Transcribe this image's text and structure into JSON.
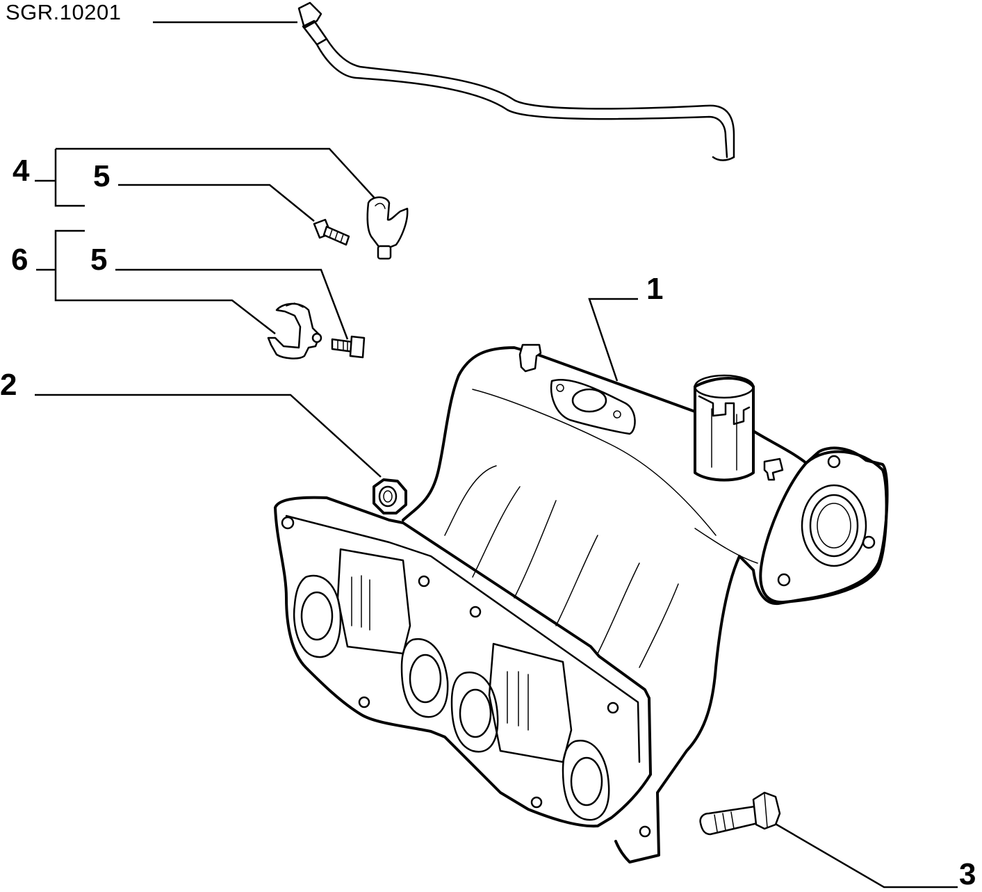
{
  "drawing": {
    "reference": "SGR.10201"
  },
  "callouts": {
    "intake_manifold": "1",
    "nut": "2",
    "stud_bolt": "3",
    "bracket_upper": "4",
    "screw_upper": "5",
    "screw_lower": "5",
    "bracket_lower": "6"
  },
  "colors": {
    "line": "#000000",
    "background": "#ffffff"
  }
}
